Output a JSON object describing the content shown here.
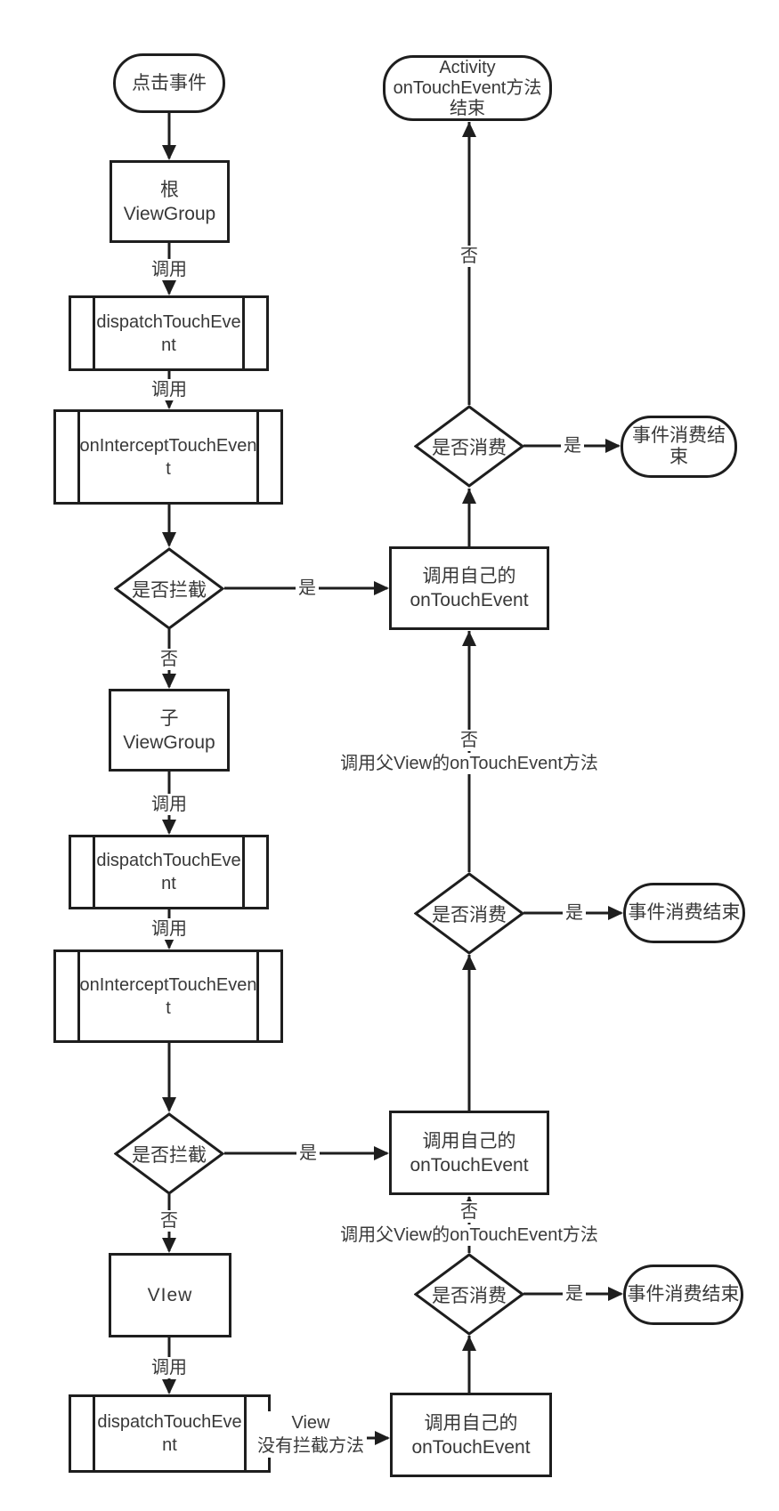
{
  "diagram": {
    "title": "Android touch event dispatch flowchart",
    "colors": {
      "stroke": "#1e1e1e",
      "text": "#383838",
      "background": "#ffffff"
    },
    "nodes": {
      "start": "点击事件",
      "activity_end": [
        "Activity",
        "onTouchEvent方法",
        "结束"
      ],
      "root_viewgroup": [
        "根",
        "ViewGroup"
      ],
      "child_viewgroup": [
        "子",
        "ViewGroup"
      ],
      "view": "VIew",
      "dispatch_touch_event": "dispatchTouchEvent",
      "on_intercept_touch_event": "onInterceptTouchEvent",
      "is_intercept": "是否拦截",
      "is_consume": "是否消费",
      "call_own_ontouchevent": [
        "调用自己的",
        "onTouchEvent"
      ],
      "event_consume_end": "事件消费结束"
    },
    "edge_labels": {
      "call": "调用",
      "yes": "是",
      "no": "否",
      "call_parent": "调用父View的onTouchEvent方法",
      "view_no_intercept": [
        "View",
        "没有拦截方法"
      ]
    }
  }
}
